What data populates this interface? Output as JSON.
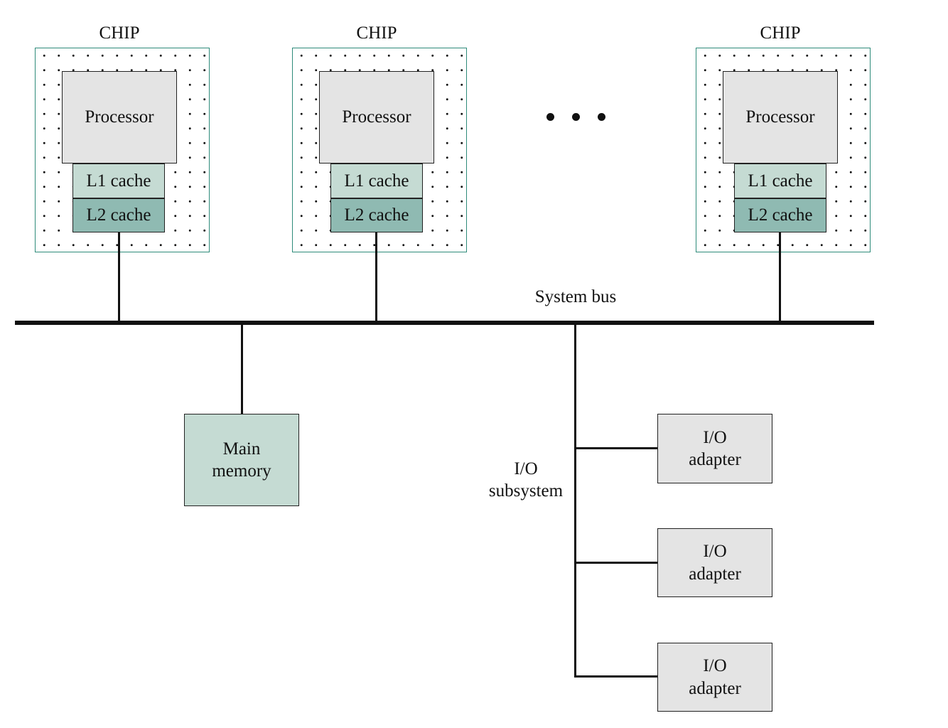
{
  "chips": [
    {
      "label": "CHIP",
      "processor": "Processor",
      "l1": "L1 cache",
      "l2": "L2 cache"
    },
    {
      "label": "CHIP",
      "processor": "Processor",
      "l1": "L1 cache",
      "l2": "L2 cache"
    },
    {
      "label": "CHIP",
      "processor": "Processor",
      "l1": "L1 cache",
      "l2": "L2 cache"
    }
  ],
  "bus": {
    "label": "System bus"
  },
  "memory": {
    "line1": "Main",
    "line2": "memory"
  },
  "io_subsystem": {
    "line1": "I/O",
    "line2": "subsystem"
  },
  "io_adapters": [
    {
      "line1": "I/O",
      "line2": "adapter"
    },
    {
      "line1": "I/O",
      "line2": "adapter"
    },
    {
      "line1": "I/O",
      "line2": "adapter"
    }
  ],
  "colors": {
    "chip_border": "#2e8b7a",
    "processor": "#e4e4e4",
    "l1_cache": "#c5dbd3",
    "l2_cache": "#8fbab2",
    "main_memory": "#c5dbd3",
    "io_adapter": "#e4e4e4"
  }
}
